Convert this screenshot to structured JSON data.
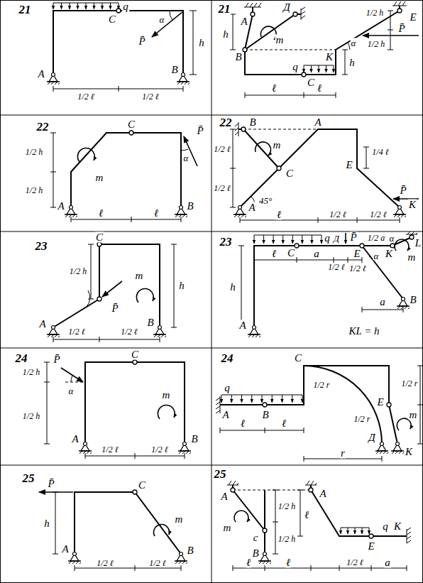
{
  "diagram": {
    "labels": [
      "21",
      "q",
      "C",
      "α",
      "P̄",
      "h",
      "A",
      "B",
      "1/2 ℓ",
      "1/2 ℓ",
      "21",
      "A",
      "m",
      "Д",
      "E",
      "h",
      "B",
      "1/2 h",
      "1/2 h",
      "P̄",
      "K",
      "α",
      "h",
      "q",
      "C",
      "ℓ",
      "ℓ",
      "22",
      "C",
      "m",
      "P̄",
      "α",
      "1/2 h",
      "1/2 h",
      "A",
      "B",
      "ℓ",
      "ℓ",
      "22",
      "B",
      "A",
      "m",
      "C",
      "1/2 ℓ",
      "1/2 ℓ",
      "E",
      "1/4 ℓ",
      "P̄",
      "45°",
      "K",
      "ℓ",
      "1/2 ℓ",
      "1/2 ℓ",
      "A",
      "23",
      "C",
      "1/2 h",
      "m",
      "P̄",
      "A",
      "B",
      "h",
      "1/2 ℓ",
      "1/2 ℓ",
      "23",
      "q",
      "Д",
      "P̄",
      "1/2 a",
      "α",
      "L",
      "ℓ",
      "C",
      "a",
      "E",
      "K",
      "α",
      "m",
      "1/2 ℓ",
      "1/2 ℓ",
      "h",
      "B",
      "a",
      "A",
      "KL = h",
      "24",
      "P̄",
      "α",
      "1/2 h",
      "1/2 h",
      "C",
      "m",
      "A",
      "B",
      "1/2 ℓ",
      "1/2 ℓ",
      "24",
      "q",
      "C",
      "1/2 r",
      "1/2 r",
      "E",
      "A",
      "B",
      "ℓ",
      "ℓ",
      "1/2 r",
      "m",
      "Д",
      "K",
      "r",
      "25",
      "P̄",
      "h",
      "C",
      "m",
      "A",
      "B",
      "1/2 ℓ",
      "1/2 ℓ",
      "25",
      "A",
      "m",
      "c",
      "B",
      "1/2 h",
      "1/2 h",
      "ℓ",
      "A",
      "q",
      "K",
      "E",
      "ℓ",
      "ℓ",
      "1/2 ℓ",
      "a"
    ]
  }
}
